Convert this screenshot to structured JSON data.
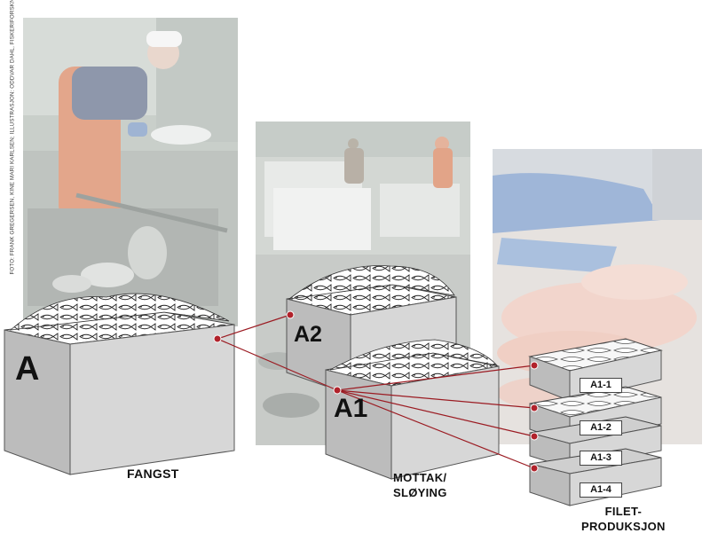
{
  "credit": "FOTO: FRANK GREGERSEN, KINE MARI KARLSEN; ILLUSTRASJON: ODDVAR DAHL, FISKERIFORSKNING",
  "stages": {
    "catch": {
      "label": "FANGST",
      "box_id": "A"
    },
    "reception": {
      "label_line1": "MOTTAK/",
      "label_line2": "SLØYING",
      "box_ids": [
        "A2",
        "A1"
      ]
    },
    "fillet": {
      "label_line1": "FILET-",
      "label_line2": "PRODUKSJON"
    }
  },
  "trays": [
    "A1-1",
    "A1-2",
    "A1-3",
    "A1-4"
  ],
  "colors": {
    "trace_line": "#9b1b22",
    "trace_dot": "#b1222b",
    "box_fill": "#d6d6d6",
    "box_side": "#bdbdbd"
  }
}
